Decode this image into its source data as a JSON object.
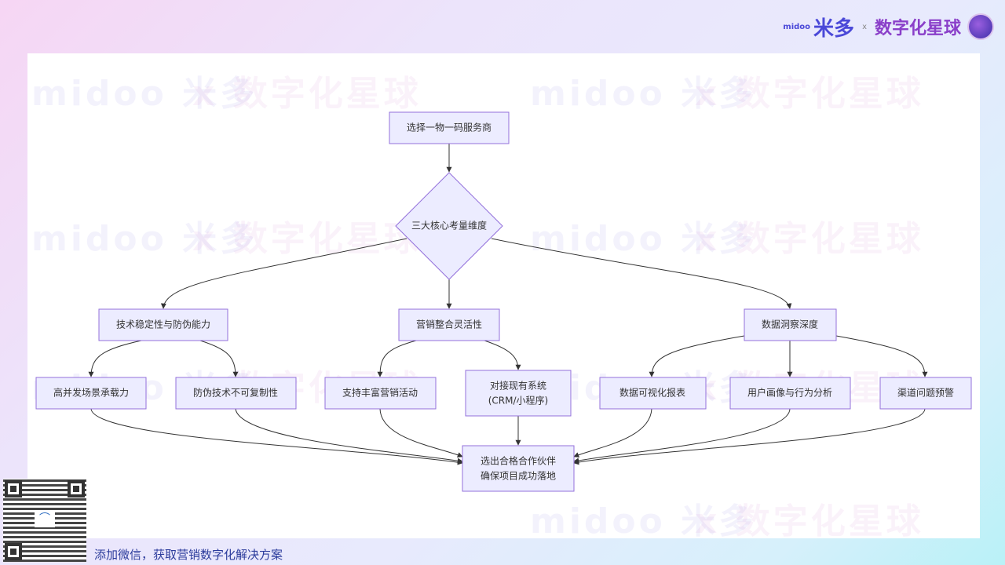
{
  "header": {
    "brand1": "米多",
    "brand1_sub": "midoo",
    "separator": "x",
    "brand2": "数字化星球"
  },
  "watermark": {
    "text1": "midoo 米多",
    "text2": "x 数字化星球"
  },
  "diagram": {
    "start": "选择一物一码服务商",
    "decision": "三大核心考量维度",
    "dims": [
      "技术稳定性与防伪能力",
      "营销整合灵活性",
      "数据洞察深度"
    ],
    "leaves": [
      "高并发场景承载力",
      "防伪技术不可复制性",
      "支持丰富营销活动",
      "对接现有系统",
      "(CRM/小程序)",
      "数据可视化报表",
      "用户画像与行为分析",
      "渠道问题预警"
    ],
    "final": [
      "选出合格合作伙伴",
      "确保项目成功落地"
    ]
  },
  "footer": {
    "cta": "添加微信，获取营销数字化解决方案"
  },
  "colors": {
    "node_fill": "#ececff",
    "node_stroke": "#9370db",
    "brand": "#4a48d8",
    "planet": "#8a3fc9"
  }
}
